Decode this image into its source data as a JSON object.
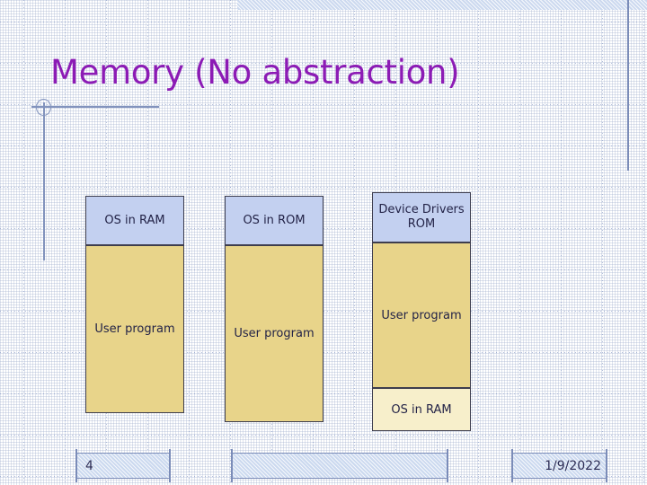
{
  "slide": {
    "title": "Memory (No abstraction)",
    "title_color": "#8c1bb5",
    "background_color": "#ffffff",
    "accent_line_color": "#8293bd"
  },
  "diagram": {
    "name": "memory-organization-models",
    "segment_colors": {
      "os_blue": "#c3d0f0",
      "user_program_yellow": "#e8d48a",
      "os_ram_cream": "#f7efcb",
      "border": "#3d3d4e"
    },
    "columns": [
      {
        "id": "model-a",
        "segments": [
          {
            "label": "OS in RAM",
            "fill": "blue"
          },
          {
            "label": "User program",
            "fill": "yellow"
          }
        ]
      },
      {
        "id": "model-b",
        "segments": [
          {
            "label": "OS in ROM",
            "fill": "blue"
          },
          {
            "label": "User program",
            "fill": "yellow"
          }
        ]
      },
      {
        "id": "model-c",
        "segments": [
          {
            "label": "Device Drivers ROM",
            "fill": "blue"
          },
          {
            "label": "User program",
            "fill": "yellow"
          },
          {
            "label": "OS in RAM",
            "fill": "cream"
          }
        ]
      }
    ]
  },
  "footer": {
    "slide_number": "4",
    "center_text": "",
    "date": "1/9/2022"
  }
}
